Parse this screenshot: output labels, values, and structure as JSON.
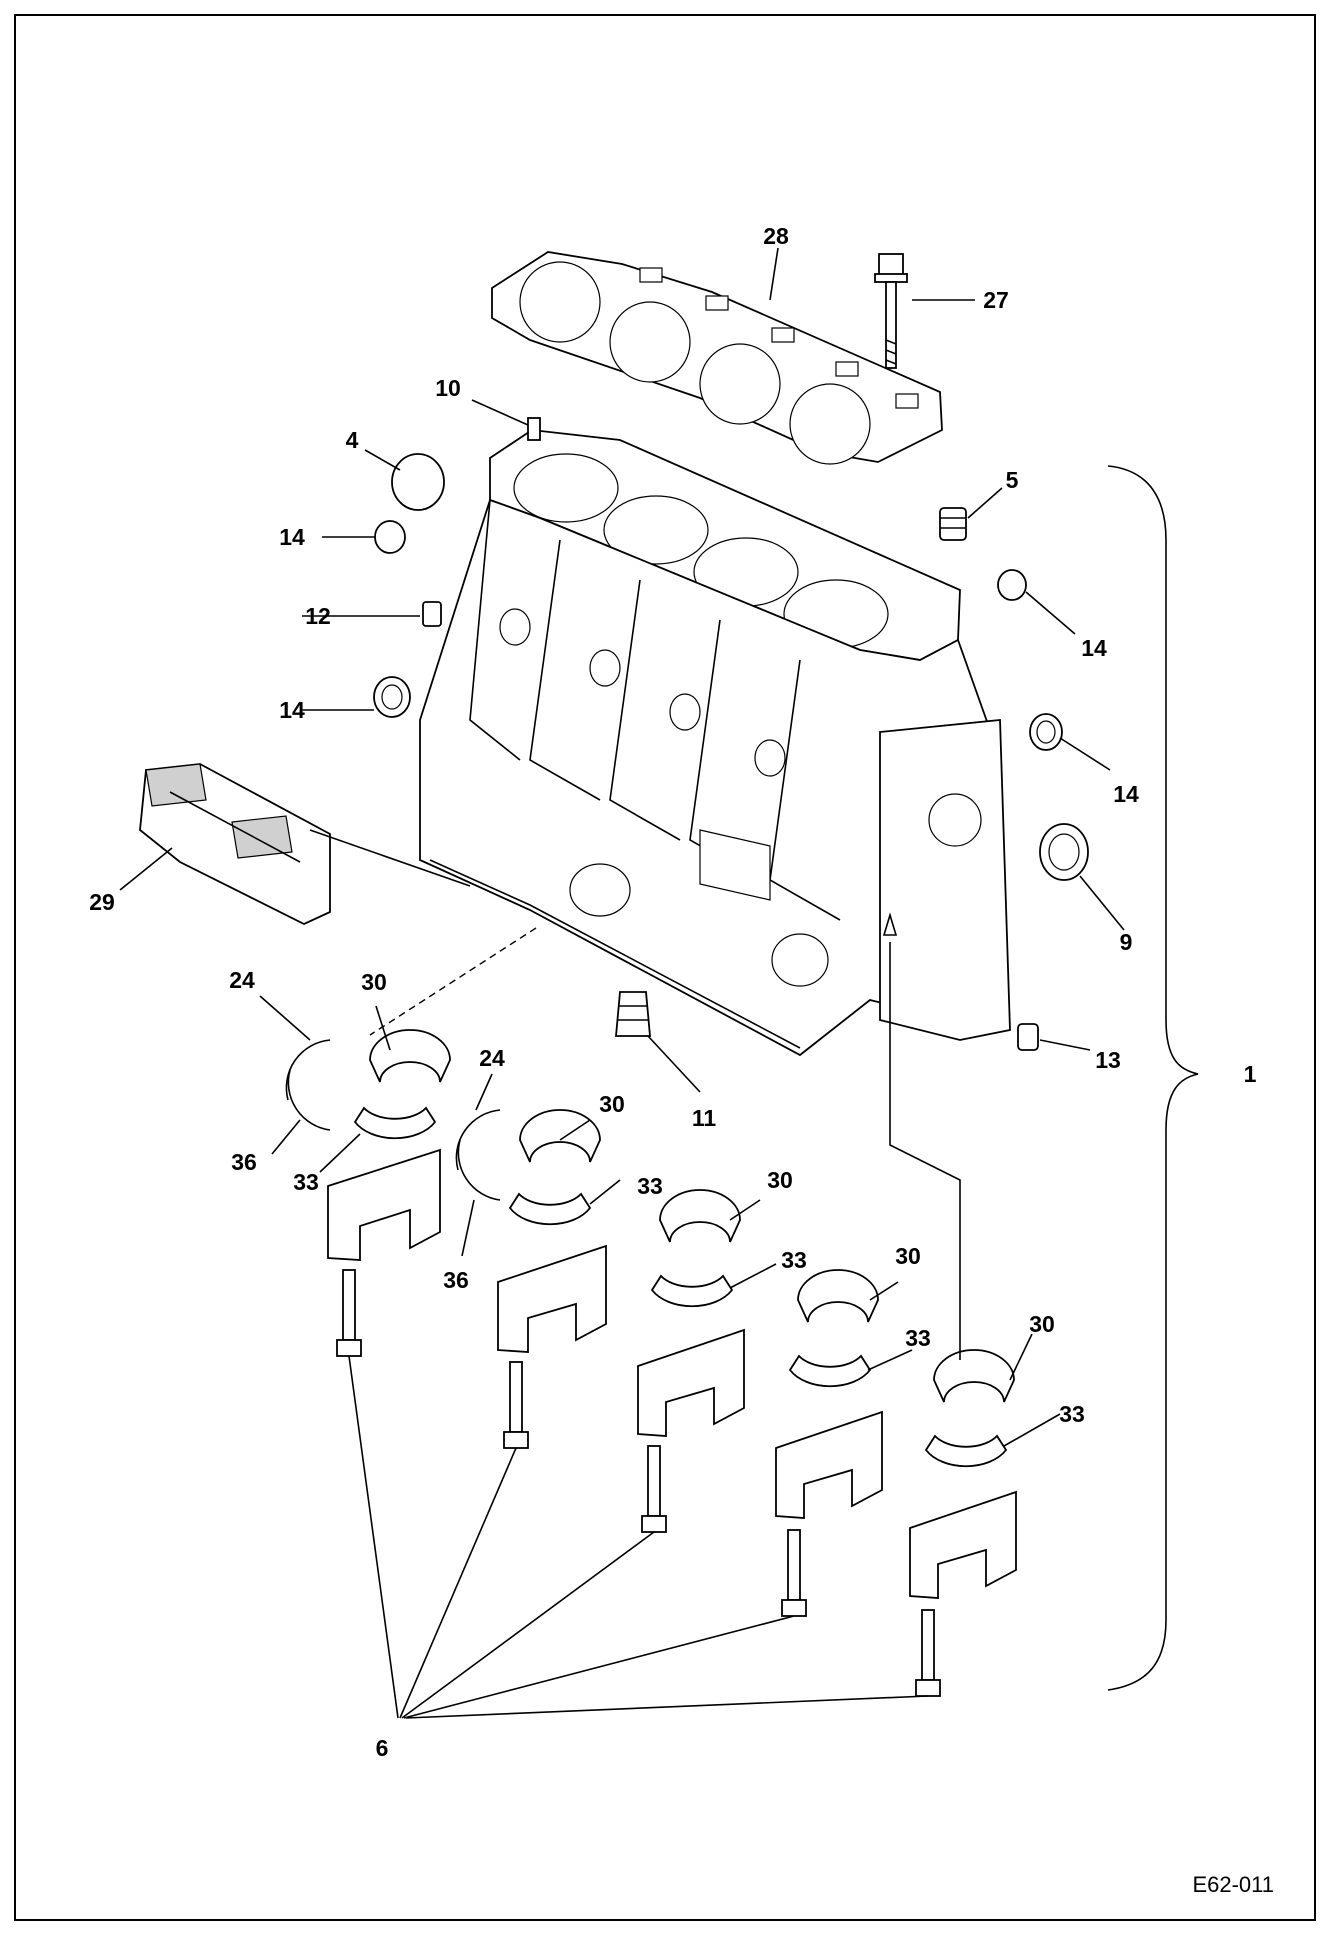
{
  "drawing": {
    "figure_code": "E62-011",
    "callouts": {
      "c28": "28",
      "c27": "27",
      "c10": "10",
      "c4": "4",
      "c5": "5",
      "c14a": "14",
      "c14b": "14",
      "c14c": "14",
      "c14d": "14",
      "c12": "12",
      "c29": "29",
      "c9": "9",
      "c13": "13",
      "c11": "11",
      "c1": "1",
      "c24a": "24",
      "c30a": "30",
      "c36a": "36",
      "c33a": "33",
      "c24b": "24",
      "c30b": "30",
      "c36b": "36",
      "c33b": "33",
      "c30c": "30",
      "c33c": "33",
      "c30d": "30",
      "c33d": "33",
      "c30e": "30",
      "c33e": "33",
      "c6": "6"
    }
  }
}
